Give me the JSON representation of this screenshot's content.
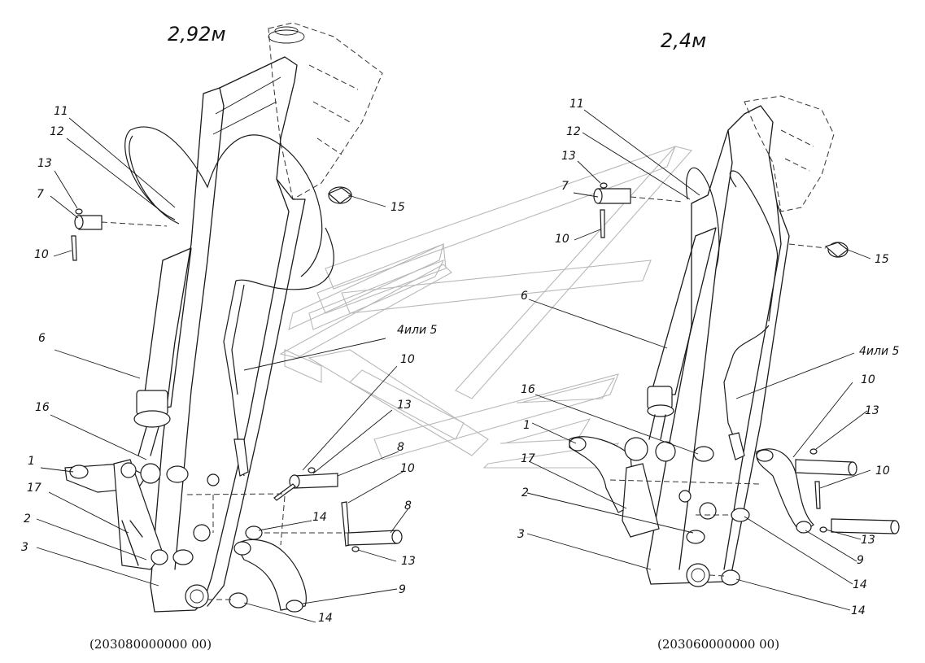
{
  "left_view": {
    "title": "2,92м",
    "caption": "(203080000000 00)",
    "callouts": {
      "c11": "11",
      "c12": "12",
      "c13a": "13",
      "c7": "7",
      "c10a": "10",
      "c15": "15",
      "c6": "6",
      "c4or5": "4или 5",
      "c10b": "10",
      "c13b": "13",
      "c16": "16",
      "c8a": "8",
      "c1": "1",
      "c10c": "10",
      "c17": "17",
      "c8b": "8",
      "c14a": "14",
      "c2": "2",
      "c13c": "13",
      "c3": "3",
      "c9": "9",
      "c14b": "14"
    }
  },
  "right_view": {
    "title": "2,4м",
    "caption": "(203060000000 00)",
    "callouts": {
      "c11": "11",
      "c12": "12",
      "c13a": "13",
      "c7": "7",
      "c10a": "10",
      "c15": "15",
      "c6": "6",
      "c4or5": "4или 5",
      "c10b": "10",
      "c16": "16",
      "c13b": "13",
      "c1": "1",
      "c17": "17",
      "c10c": "10",
      "c2": "2",
      "c13c": "13",
      "c3": "3",
      "c9": "9",
      "c14a": "14",
      "c14b": "14"
    }
  }
}
